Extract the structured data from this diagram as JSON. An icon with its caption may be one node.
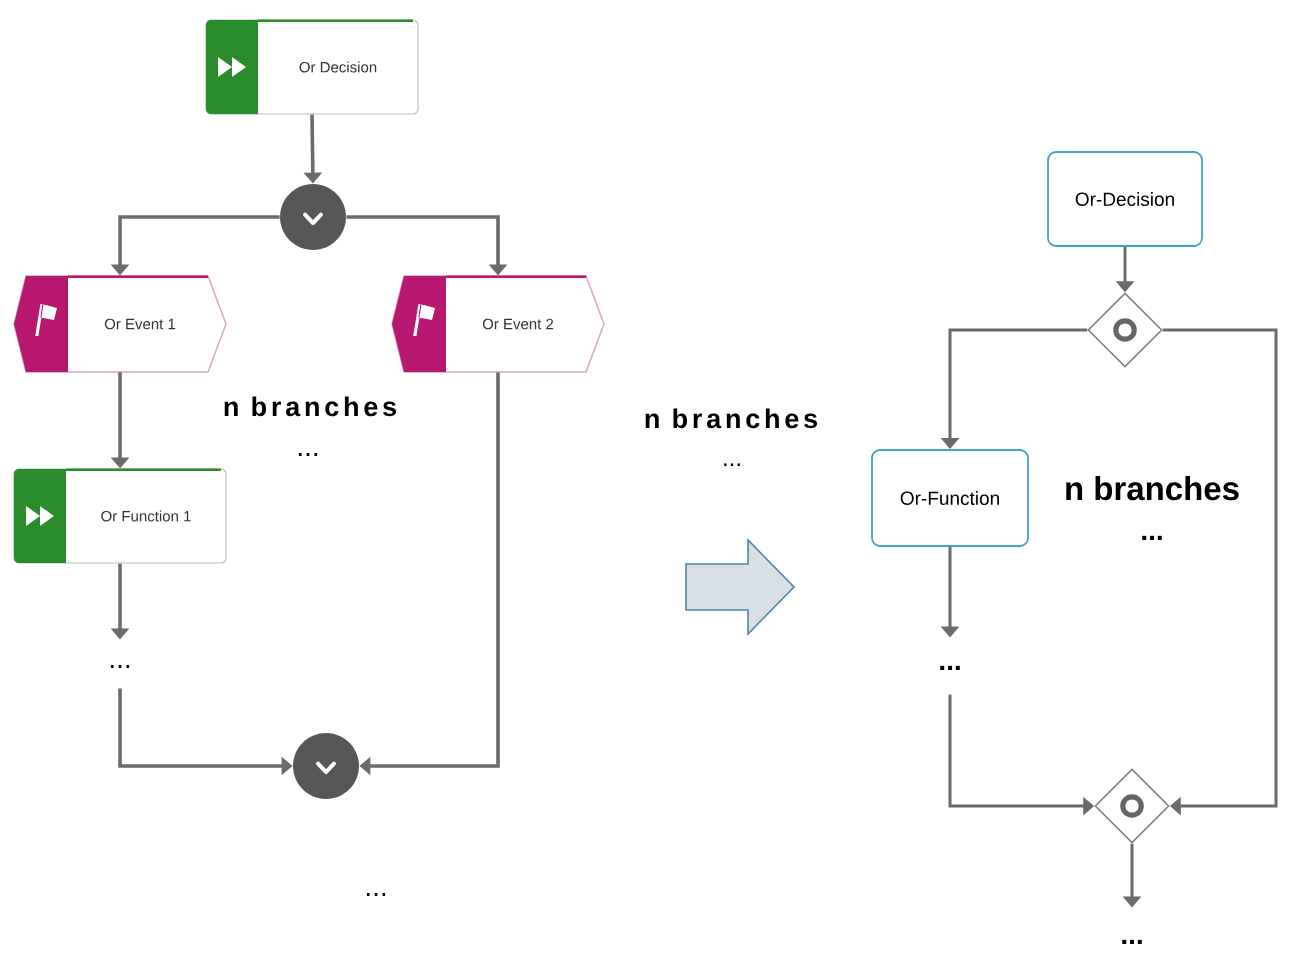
{
  "diagram": {
    "nodes": [
      {
        "text": [
          "Or Decision"
        ]
      },
      {
        "text": [],
        "shape": "circle"
      },
      {
        "text": [
          "Or Event 1"
        ]
      },
      {
        "text": [
          "Or Event 2"
        ]
      },
      {
        "text": [
          "Or Function 1"
        ]
      },
      {
        "text": [
          "..."
        ]
      },
      {
        "text": [],
        "shape": "circle"
      },
      {
        "text": [
          "Or-Decision"
        ]
      },
      {
        "text": [],
        "shape": "diamond"
      },
      {
        "text": [
          "Or-Function"
        ]
      },
      {
        "text": [
          "..."
        ]
      },
      {
        "text": [],
        "shape": "diamond"
      },
      {
        "text": [
          "..."
        ]
      }
    ],
    "edges": [
      {
        "from": 0,
        "to": 1,
        "arrow": "to"
      },
      {
        "from": 1,
        "to": 2,
        "arrow": "to"
      },
      {
        "from": 1,
        "to": 3,
        "arrow": "to"
      },
      {
        "from": 2,
        "to": 4,
        "arrow": "to"
      },
      {
        "from": 4,
        "to": 5,
        "arrow": "to"
      },
      {
        "from": 5,
        "to": 6,
        "arrow": "to"
      },
      {
        "from": 3,
        "to": 6,
        "arrow": "to"
      },
      {
        "from": 7,
        "to": 8,
        "arrow": "to"
      },
      {
        "from": 8,
        "to": 9,
        "arrow": "to"
      },
      {
        "from": 8,
        "to": 11,
        "arrow": "to"
      },
      {
        "from": 9,
        "to": 10,
        "arrow": "to"
      },
      {
        "from": 10,
        "to": 11,
        "arrow": "to"
      },
      {
        "from": 11,
        "to": 12,
        "arrow": "to"
      }
    ],
    "labels": [
      "n branches",
      "...",
      "n branches",
      "...",
      "n branches",
      "...",
      "..."
    ]
  }
}
